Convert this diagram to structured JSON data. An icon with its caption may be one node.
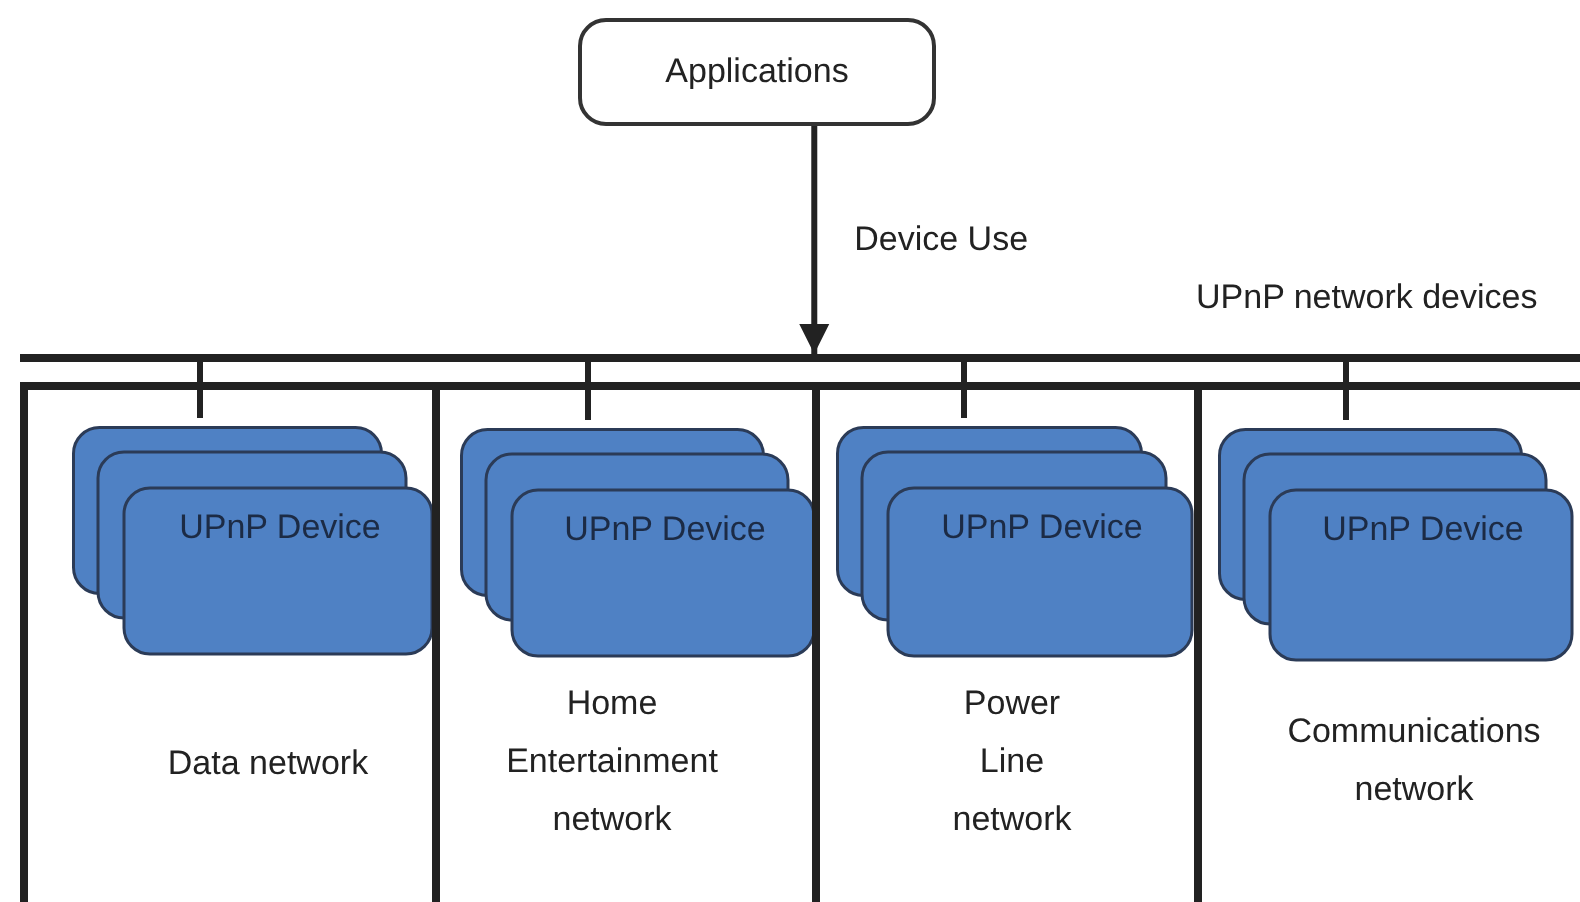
{
  "diagram": {
    "nodes": [
      {
        "text": [
          "Applications"
        ]
      },
      {
        "text": [],
        "shape": "bar",
        "beside": [
          "UPnP network devices"
        ]
      },
      {
        "text": [
          "Data network"
        ]
      },
      {
        "text": [
          "UPnP Device"
        ],
        "in": 2
      },
      {
        "text": [
          "Home Entertainment network"
        ]
      },
      {
        "text": [
          "UPnP Device"
        ],
        "in": 4
      },
      {
        "text": [
          "Power Line network"
        ]
      },
      {
        "text": [
          "UPnP Device"
        ],
        "in": 6
      },
      {
        "text": [
          "Communications network"
        ]
      },
      {
        "text": [
          "UPnP Device"
        ],
        "in": 8
      }
    ],
    "edges": [
      {
        "from": 0,
        "to": 1,
        "arrow": "to",
        "label": "Device Use"
      },
      {
        "from": 1,
        "to": 3,
        "arrow": "none"
      },
      {
        "from": 1,
        "to": 5,
        "arrow": "none"
      },
      {
        "from": 1,
        "to": 7,
        "arrow": "none"
      },
      {
        "from": 1,
        "to": 9,
        "arrow": "none"
      }
    ]
  }
}
